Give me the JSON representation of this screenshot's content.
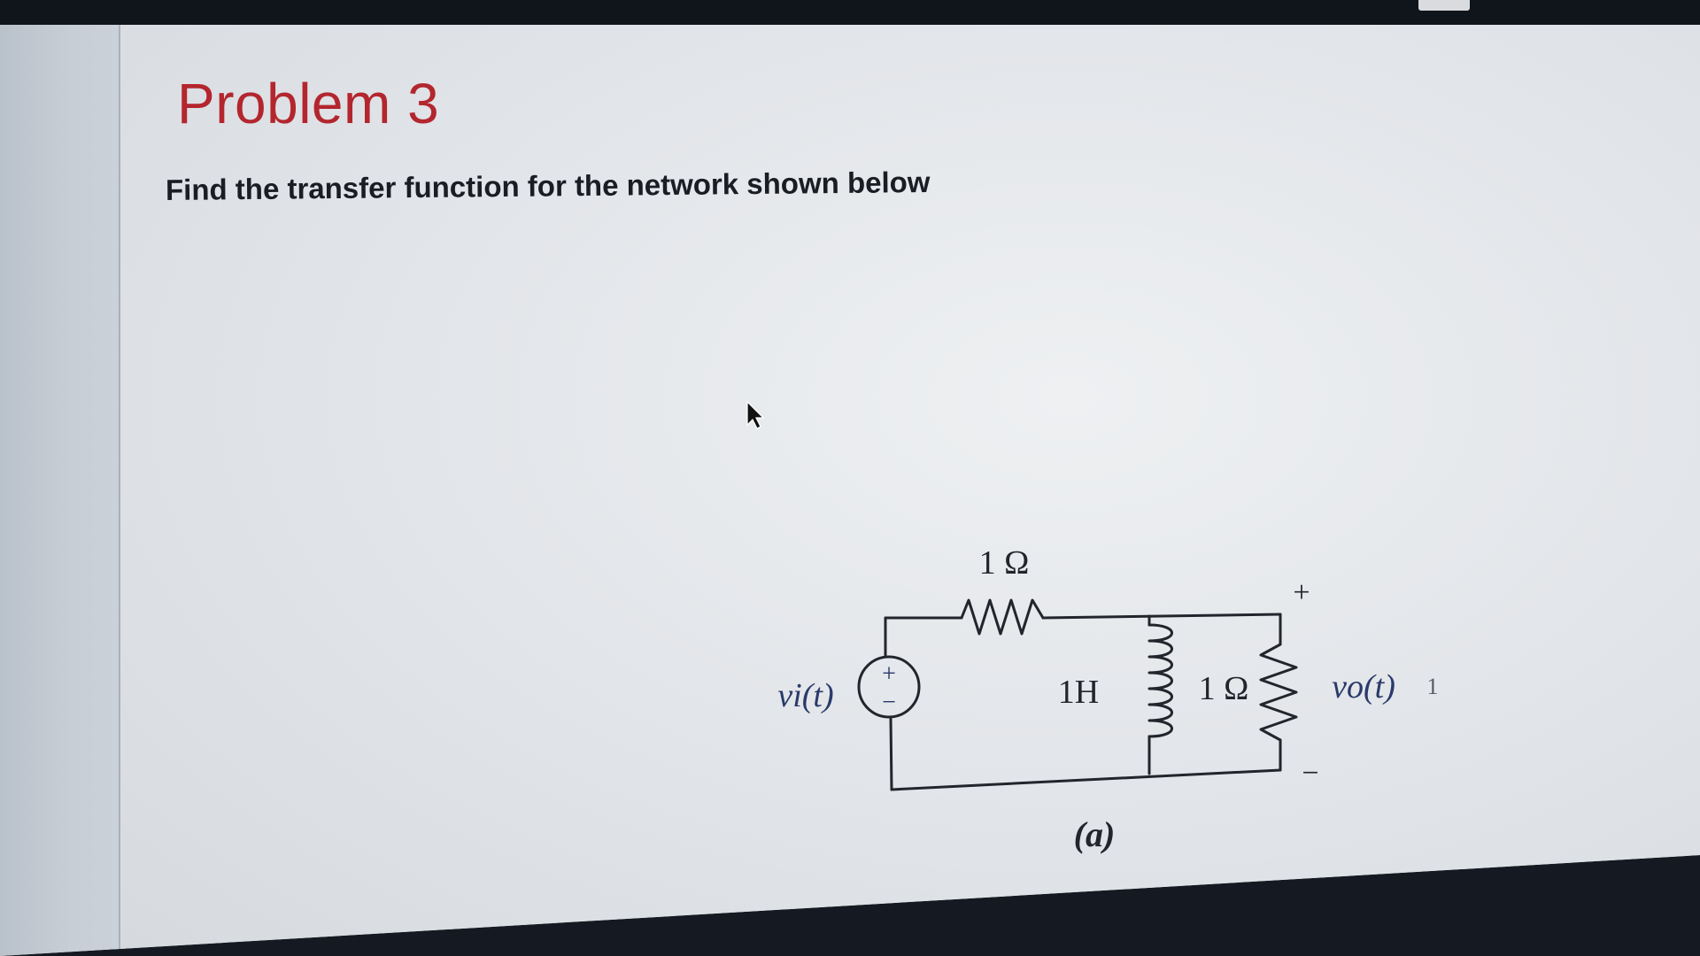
{
  "problem": {
    "title": "Problem 3",
    "prompt": "Find the transfer function for the network shown below"
  },
  "circuit": {
    "series_resistor_label": "1 Ω",
    "inductor_label": "1H",
    "shunt_resistor_label": "1 Ω",
    "input_source_label": "vi(t)",
    "output_label": "vo(t)",
    "output_plus": "+",
    "output_minus": "−",
    "source_plus": "+",
    "source_minus": "−",
    "figure_caption": "(a)",
    "stray_mark": "1"
  },
  "colors": {
    "title": "#b3262e",
    "text": "#1a1d23",
    "circuit_text": "#2a3a6a",
    "wire": "#22252b"
  },
  "icons": {
    "cursor": "mouse-pointer-icon"
  }
}
